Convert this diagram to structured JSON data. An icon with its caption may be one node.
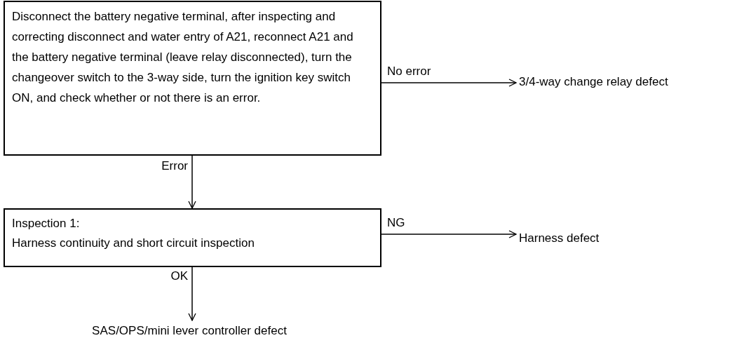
{
  "diagram": {
    "nodes": [
      {
        "text": [
          "Disconnect the battery negative terminal, after inspecting and correcting disconnect and water entry of A21, reconnect A21 and the battery negative terminal (leave relay disconnected), turn the changeover switch to the 3-way side, turn the ignition key switch ON, and check whether or not there is an error."
        ]
      },
      {
        "text": [
          "3/4-way change relay defect"
        ]
      },
      {
        "text": [
          "Inspection 1:",
          "Harness continuity and short circuit inspection"
        ]
      },
      {
        "text": [
          "Harness defect"
        ]
      },
      {
        "text": [
          "SAS/OPS/mini lever controller defect"
        ]
      }
    ],
    "edges": [
      {
        "from": 0,
        "to": 1,
        "arrow": "to",
        "label": "No error"
      },
      {
        "from": 0,
        "to": 2,
        "arrow": "to",
        "label": "Error"
      },
      {
        "from": 2,
        "to": 3,
        "arrow": "to",
        "label": "NG"
      },
      {
        "from": 2,
        "to": 4,
        "arrow": "to",
        "label": "OK"
      }
    ]
  }
}
